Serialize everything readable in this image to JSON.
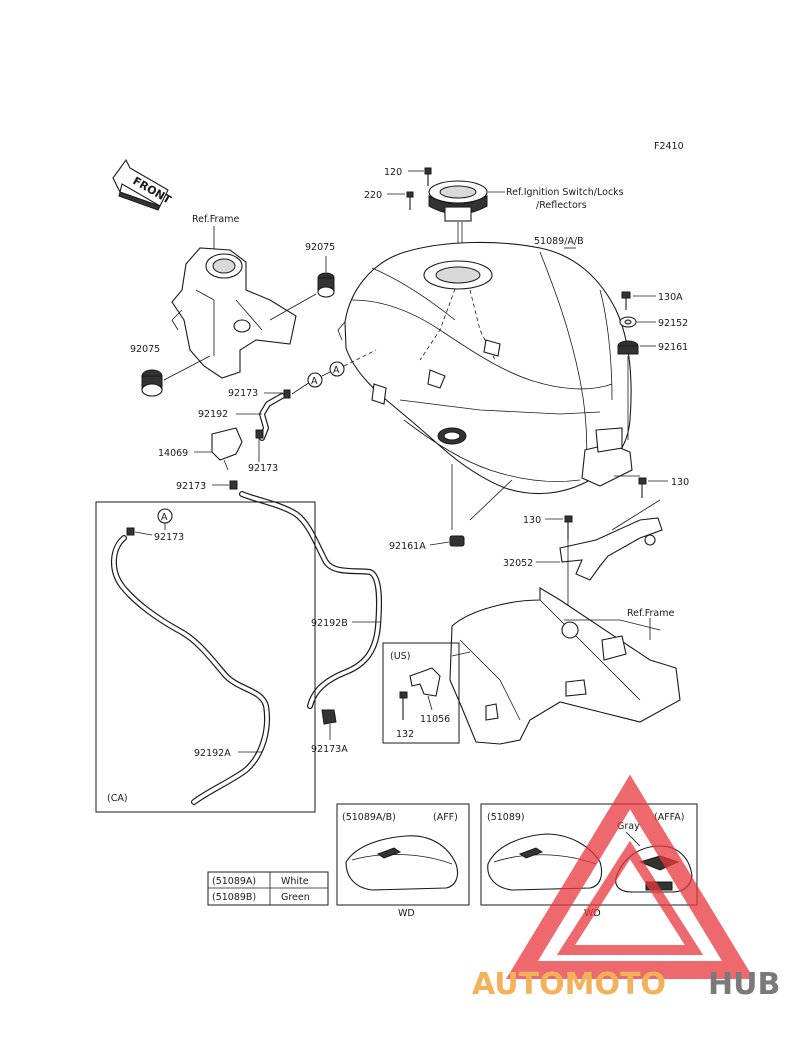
{
  "figure_code": "F2410",
  "front_label": "FRONT",
  "callouts": {
    "p120": "120",
    "p220": "220",
    "ref_ignition_line1": "Ref.Ignition Switch/Locks",
    "ref_ignition_line2": "/Reflectors",
    "ref_frame_top": "Ref.Frame",
    "p92075_top": "92075",
    "p92075_left": "92075",
    "p51089": "51089/A/B",
    "p130A": "130A",
    "p92152": "92152",
    "p92161": "92161",
    "p92173_a": "92173",
    "p92192": "92192",
    "p14069": "14069",
    "p92173_b": "92173",
    "p92173_c": "92173",
    "p130_right": "130",
    "p130_mid": "130",
    "p92161A": "92161A",
    "p32052": "32052",
    "ref_frame_bottom": "Ref.Frame",
    "p92192B": "92192B",
    "p92173A": "92173A",
    "p92173_ca": "92173",
    "p92192A": "92192A",
    "p11056": "11056",
    "p132": "132",
    "circle_a1": "A",
    "circle_a2": "A",
    "circle_a3": "A"
  },
  "boxes": {
    "ca_label": "(CA)",
    "us_label": "(US)",
    "variant1_parts": "(51089A/B)",
    "variant1_code": "(AFF)",
    "variant1_wd": "WD",
    "variant2_parts": "(51089)",
    "variant2_code": "(AFFA)",
    "variant2_color": "Gray",
    "variant2_wd": "WD"
  },
  "color_table": [
    {
      "part": "(51089A)",
      "color": "White"
    },
    {
      "part": "(51089B)",
      "color": "Green"
    }
  ],
  "watermark": {
    "left": "AUTOMOTO",
    "right": "HUB",
    "color_left": "#f2b15a",
    "color_right": "#7a7a7a",
    "triangle_color": "#e8383d"
  }
}
